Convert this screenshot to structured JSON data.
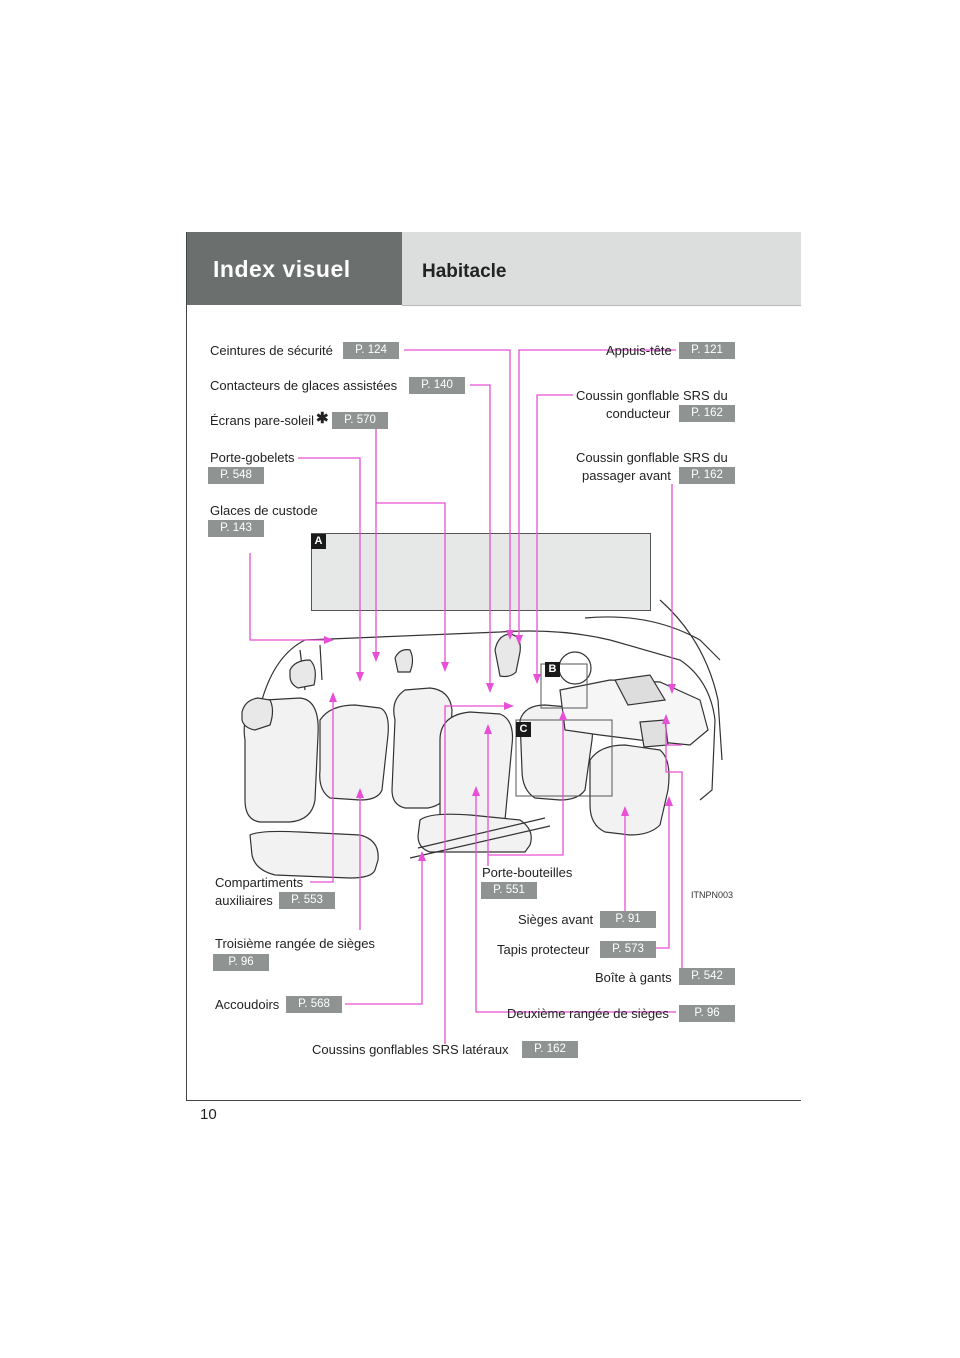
{
  "header": {
    "section": "Index visuel",
    "subsection": "Habitacle"
  },
  "box_tag": "A",
  "inset_tags": {
    "b": "B",
    "c": "C"
  },
  "image_code": "ITNPN003",
  "page_number": "10",
  "labels": {
    "seatbelts": {
      "text": "Ceintures de sécurité",
      "page": "P. 124"
    },
    "window_switches": {
      "text": "Contacteurs de glaces assistées",
      "page": "P. 140"
    },
    "sun_visors": {
      "text": "Écrans pare-soleil",
      "page": "P. 570"
    },
    "cup_holders": {
      "text": "Porte-gobelets",
      "page": "P. 548"
    },
    "rear_windows": {
      "text": "Glaces de custode",
      "page": "P. 143"
    },
    "headrests": {
      "text": "Appuis-tête",
      "page": "P. 121"
    },
    "driver_airbag": {
      "line1": "Coussin gonflable SRS du",
      "line2": "conducteur",
      "page": "P. 162"
    },
    "passenger_airbag": {
      "line1": "Coussin gonflable SRS du",
      "line2": "passager avant",
      "page": "P. 162"
    },
    "aux_compartments": {
      "line1": "Compartiments",
      "line2": "auxiliaires",
      "page": "P. 553"
    },
    "bottle_holders": {
      "text": "Porte-bouteilles",
      "page": "P. 551"
    },
    "front_seats": {
      "text": "Sièges avant",
      "page": "P. 91"
    },
    "third_row": {
      "text": "Troisième rangée de sièges",
      "page": "P. 96"
    },
    "floor_mat": {
      "text": "Tapis protecteur",
      "page": "P. 573"
    },
    "glove_box": {
      "text": "Boîte à gants",
      "page": "P. 542"
    },
    "armrests": {
      "text": "Accoudoirs",
      "page": "P. 568"
    },
    "second_row": {
      "text": "Deuxième rangée de sièges",
      "page": "P. 96"
    },
    "side_airbags": {
      "text": "Coussins gonflables SRS latéraux",
      "page": "P. 162"
    }
  },
  "colors": {
    "leader": "#e84fd6",
    "badge": "#8f9493",
    "header_dark": "#6b6f6e",
    "header_light": "#dcdedd"
  }
}
